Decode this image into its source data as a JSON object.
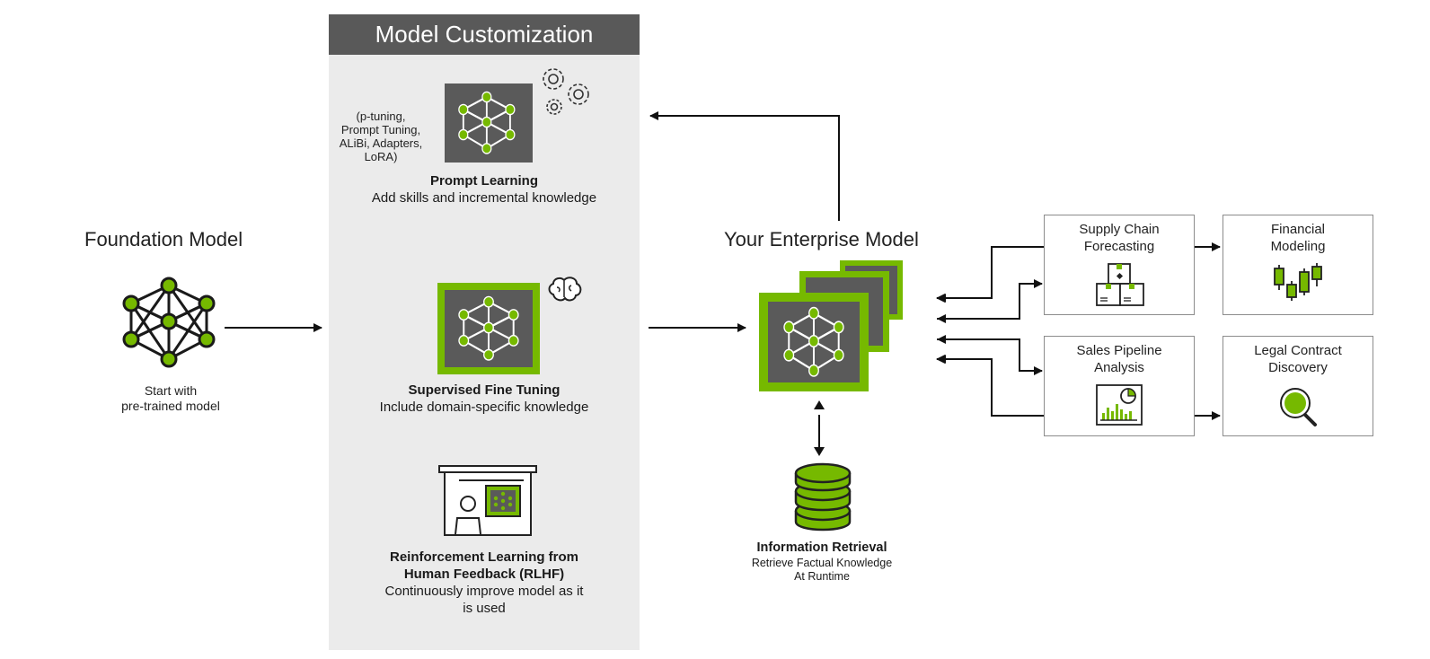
{
  "panel": {
    "title": "Model Customization"
  },
  "foundation": {
    "title": "Foundation Model",
    "caption_line1": "Start with",
    "caption_line2": "pre-trained model"
  },
  "prompt_learning": {
    "methods": [
      "(p-tuning,",
      "Prompt Tuning,",
      "ALiBi, Adapters,",
      "LoRA)"
    ],
    "title": "Prompt Learning",
    "desc": "Add skills and incremental knowledge"
  },
  "sft": {
    "title": "Supervised Fine Tuning",
    "desc": "Include domain-specific knowledge"
  },
  "rlhf": {
    "title_line1": "Reinforcement Learning from",
    "title_line2": "Human Feedback (RLHF)",
    "desc_line1": "Continuously improve model as it",
    "desc_line2": "is used"
  },
  "enterprise": {
    "title": "Your Enterprise Model"
  },
  "retrieval": {
    "title": "Information Retrieval",
    "desc_line1": "Retrieve Factual Knowledge",
    "desc_line2": "At Runtime"
  },
  "use_cases": {
    "supply_chain": [
      "Supply Chain",
      "Forecasting"
    ],
    "financial": [
      "Financial",
      "Modeling"
    ],
    "sales": [
      "Sales Pipeline",
      "Analysis"
    ],
    "legal": [
      "Legal Contract",
      "Discovery"
    ]
  },
  "colors": {
    "accent": "#76b900",
    "dark": "#595959",
    "panel": "#ebebeb"
  }
}
